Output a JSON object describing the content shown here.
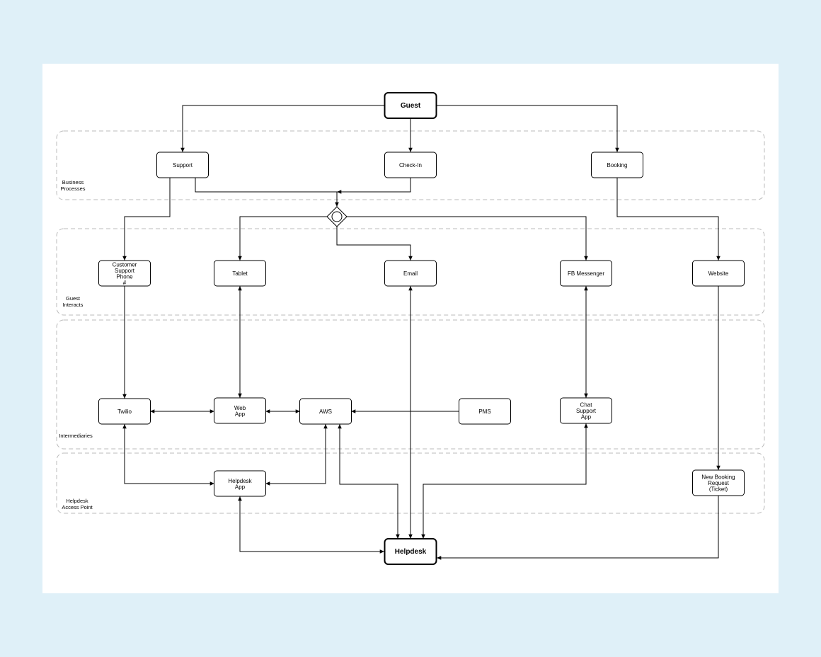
{
  "lanes": [
    {
      "id": "business",
      "label": "Business Processes"
    },
    {
      "id": "guest",
      "label": "Guest Interacts"
    },
    {
      "id": "intermediaries",
      "label": "Intermediaries"
    },
    {
      "id": "helpdesk_access",
      "label": "Helpdesk Access Point"
    }
  ],
  "nodes": [
    {
      "id": "guest",
      "label": "Guest",
      "style": "bold"
    },
    {
      "id": "support",
      "label": "Support"
    },
    {
      "id": "checkin",
      "label": "Check-In"
    },
    {
      "id": "booking",
      "label": "Booking"
    },
    {
      "id": "customer_support_phone",
      "label": "Customer Support Phone #"
    },
    {
      "id": "tablet",
      "label": "Tablet"
    },
    {
      "id": "email",
      "label": "Email"
    },
    {
      "id": "fb_messenger",
      "label": "FB Messenger"
    },
    {
      "id": "website",
      "label": "Website"
    },
    {
      "id": "twilio",
      "label": "Twilio"
    },
    {
      "id": "web_app",
      "label": "Web App"
    },
    {
      "id": "aws",
      "label": "AWS"
    },
    {
      "id": "pms",
      "label": "PMS"
    },
    {
      "id": "chat_support_app",
      "label": "Chat Support App"
    },
    {
      "id": "helpdesk_app",
      "label": "Helpdesk App"
    },
    {
      "id": "new_booking_request",
      "label": "New Booking Request (Ticket)"
    },
    {
      "id": "helpdesk",
      "label": "Helpdesk",
      "style": "bold"
    }
  ],
  "gateway": {
    "id": "gateway",
    "type": "inclusive"
  },
  "edges": [
    {
      "from": "guest",
      "to": "support"
    },
    {
      "from": "guest",
      "to": "checkin"
    },
    {
      "from": "guest",
      "to": "booking"
    },
    {
      "from": "support",
      "to": "gateway"
    },
    {
      "from": "checkin",
      "to": "gateway"
    },
    {
      "from": "support",
      "to": "customer_support_phone"
    },
    {
      "from": "gateway",
      "to": "tablet"
    },
    {
      "from": "gateway",
      "to": "email"
    },
    {
      "from": "gateway",
      "to": "fb_messenger"
    },
    {
      "from": "booking",
      "to": "website"
    },
    {
      "from": "customer_support_phone",
      "to": "twilio"
    },
    {
      "from": "tablet",
      "to": "web_app",
      "bidirectional": true
    },
    {
      "from": "fb_messenger",
      "to": "chat_support_app",
      "bidirectional": true
    },
    {
      "from": "twilio",
      "to": "web_app",
      "bidirectional": true
    },
    {
      "from": "web_app",
      "to": "aws",
      "bidirectional": true
    },
    {
      "from": "pms",
      "to": "aws"
    },
    {
      "from": "twilio",
      "to": "helpdesk_app",
      "bidirectional": true
    },
    {
      "from": "aws",
      "to": "helpdesk_app",
      "bidirectional": true
    },
    {
      "from": "website",
      "to": "new_booking_request"
    },
    {
      "from": "email",
      "to": "helpdesk",
      "bidirectional": true
    },
    {
      "from": "aws",
      "to": "helpdesk",
      "bidirectional": true
    },
    {
      "from": "chat_support_app",
      "to": "helpdesk",
      "bidirectional": true
    },
    {
      "from": "helpdesk_app",
      "to": "helpdesk",
      "bidirectional": true
    },
    {
      "from": "new_booking_request",
      "to": "helpdesk"
    }
  ]
}
